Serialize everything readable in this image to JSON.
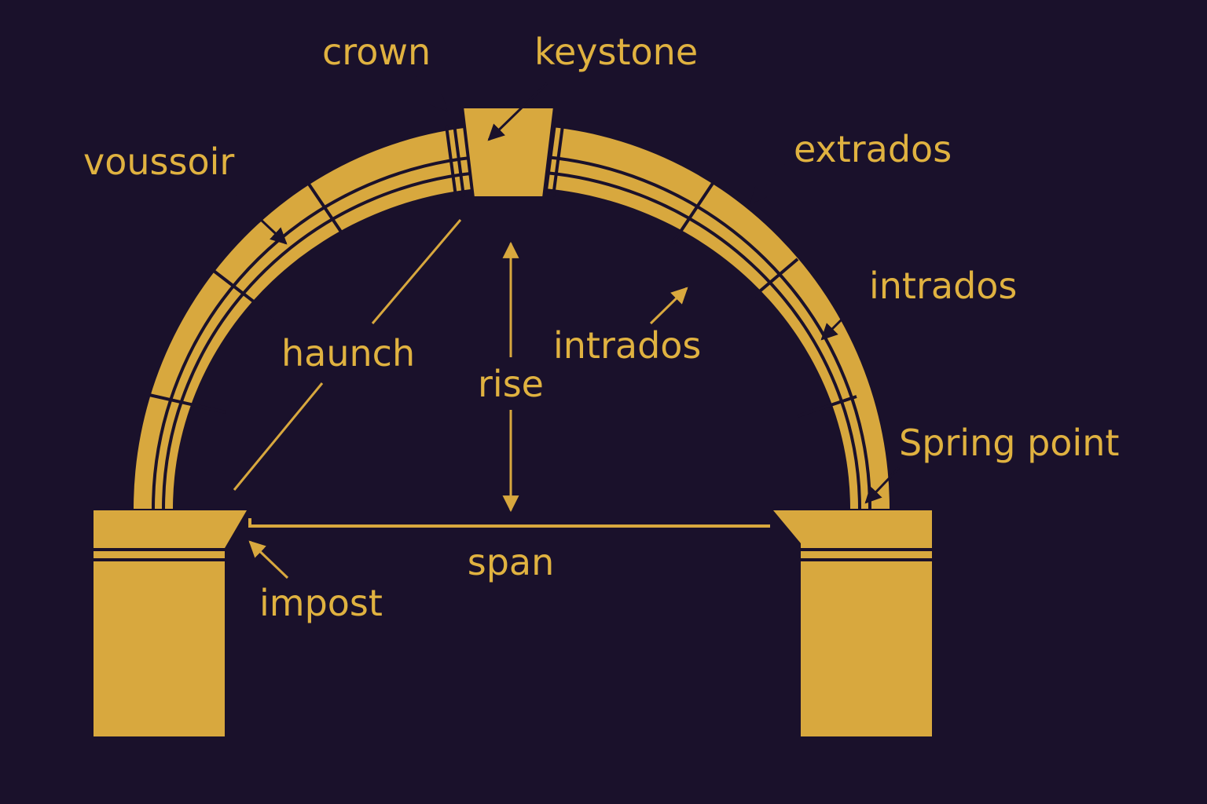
{
  "colors": {
    "background": "#1a112b",
    "stone": "#d8a83e",
    "label": "#e0b240",
    "line": "#1a112b"
  },
  "labels": {
    "crown": "crown",
    "keystone": "keystone",
    "voussoir": "voussoir",
    "extrados": "extrados",
    "intrados_outer": "intrados",
    "intrados_inner": "intrados",
    "haunch": "haunch",
    "rise": "rise",
    "spring_point": "Spring point",
    "span": "span",
    "impost": "impost"
  }
}
